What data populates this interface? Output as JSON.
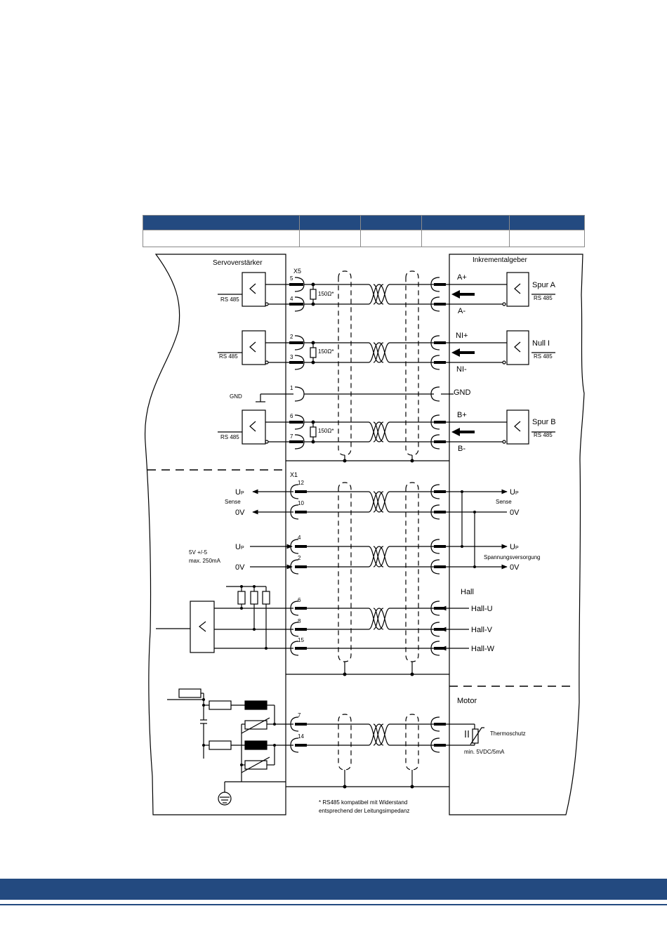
{
  "panels": {
    "left": "Servoverstärker",
    "right": "Inkrementalgeber",
    "motor": "Motor"
  },
  "connectors": {
    "x5": "X5",
    "x1": "X1"
  },
  "pins": {
    "p5": "5",
    "p4": "4",
    "p2": "2",
    "p3": "3",
    "p1": "1",
    "p6": "6",
    "p7": "7",
    "x1_12": "12",
    "x1_10": "10",
    "x1_4": "4",
    "x1_2": "2",
    "x1_6": "6",
    "x1_8": "8",
    "x1_15": "15",
    "x1_7": "7",
    "x1_14": "14"
  },
  "labels": {
    "rs485": "RS 485",
    "resistor": "150Ω*",
    "gnd_left": "GND",
    "sense": "Sense",
    "zero_v": "0V",
    "up_main": "U",
    "up_sub": "P",
    "supply": "5V +/-5",
    "supply_current": "max. 250mA",
    "spannung": "Spannungsversorgung",
    "hall": "Hall",
    "thermo": "Thermoschutz",
    "thermo_spec": "min. 5VDC/5mA",
    "footnote_1": "* RS485 kompatibel mit Widerstand",
    "footnote_2": "entsprechend der Leitungsimpedanz"
  },
  "signals": {
    "a_plus": "A+",
    "a_minus": "A-",
    "spur_a": "Spur A",
    "nl_plus": "NI+",
    "nl_minus": "NI-",
    "null_i": "Null I",
    "gnd": "GND",
    "b_plus": "B+",
    "b_minus": "B-",
    "spur_b": "Spur B",
    "hall_u": "Hall-U",
    "hall_v": "Hall-V",
    "hall_w": "Hall-W"
  },
  "colors": {
    "brand": "#234a80",
    "line": "#000000"
  }
}
